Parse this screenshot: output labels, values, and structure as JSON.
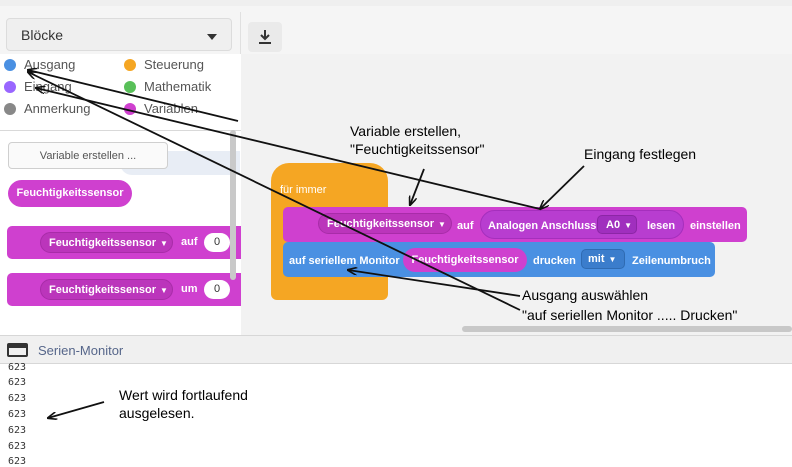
{
  "toolbar": {
    "dropdown_label": "Blöcke"
  },
  "sidebar": {
    "categories": [
      {
        "label": "Ausgang",
        "color": "#4a90e2"
      },
      {
        "label": "Eingang",
        "color": "#9966ff"
      },
      {
        "label": "Anmerkung",
        "color": "#888888"
      },
      {
        "label": "Steuerung",
        "color": "#f5a623"
      },
      {
        "label": "Mathematik",
        "color": "#59c059"
      },
      {
        "label": "Variablen",
        "color": "#cf40cf"
      }
    ],
    "create_variable_button": "Variable erstellen ...",
    "variable_name": "Feuchtigkeitssensor",
    "blocks": [
      {
        "variable": "Feuchtigkeitssensor",
        "op": "auf",
        "value": "0"
      },
      {
        "variable": "Feuchtigkeitssensor",
        "op": "um",
        "value": "0"
      }
    ]
  },
  "workspace": {
    "forever_label": "für immer",
    "set_block": {
      "variable": "Feuchtigkeitssensor",
      "op": "auf",
      "analog_label": "Analogen Anschluss",
      "pin": "A0",
      "read_label": "lesen",
      "set_label": "einstellen"
    },
    "print_block": {
      "label": "auf seriellem Monitor",
      "variable": "Feuchtigkeitssensor",
      "print_label": "drucken",
      "newline_option": "mit",
      "newline_label": "Zeilenumbruch"
    }
  },
  "monitor": {
    "title": "Serien-Monitor",
    "lines": [
      "623",
      "623",
      "623",
      "623",
      "623",
      "623",
      "623"
    ]
  },
  "annotations": {
    "variable_line1": "Variable erstellen,",
    "variable_line2": "\"Feuchtigkeitssensor\"",
    "input": "Eingang festlegen",
    "output_line1": "Ausgang auswählen",
    "output_line2": "\"auf seriellen Monitor ..... Drucken\"",
    "value_line1": "Wert wird fortlaufend",
    "value_line2": "ausgelesen."
  },
  "colors": {
    "output": "#4a90e2",
    "input": "#9966ff",
    "control": "#f5a623",
    "math": "#59c059",
    "variables": "#cf40cf",
    "comment": "#888888"
  }
}
